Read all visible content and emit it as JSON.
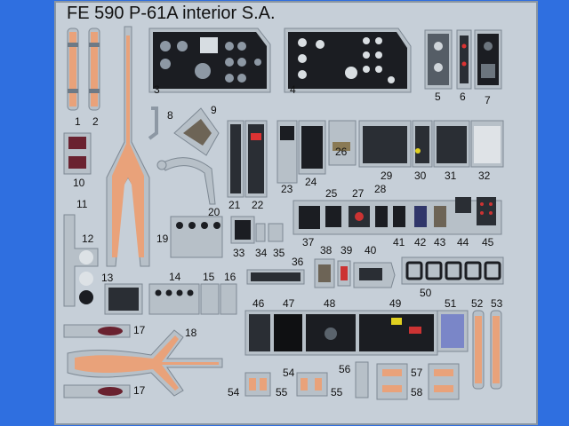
{
  "sheet": {
    "title": "FE 590 P-61A interior S.A.",
    "background_color": "#2f6fe0",
    "fret_color": "#c6cfd8",
    "belt_color": "#e9a27a",
    "panel_color": "#1b1d22"
  },
  "part_numbers": [
    "1",
    "2",
    "3",
    "4",
    "5",
    "6",
    "7",
    "8",
    "9",
    "10",
    "11",
    "12",
    "13",
    "14",
    "15",
    "16",
    "17",
    "17",
    "18",
    "19",
    "20",
    "21",
    "22",
    "23",
    "24",
    "25",
    "26",
    "27",
    "28",
    "29",
    "30",
    "31",
    "32",
    "33",
    "34",
    "35",
    "36",
    "37",
    "38",
    "39",
    "40",
    "41",
    "42",
    "43",
    "44",
    "45",
    "46",
    "47",
    "48",
    "49",
    "50",
    "51",
    "52",
    "53",
    "54",
    "54",
    "55",
    "55",
    "56",
    "57",
    "58"
  ]
}
